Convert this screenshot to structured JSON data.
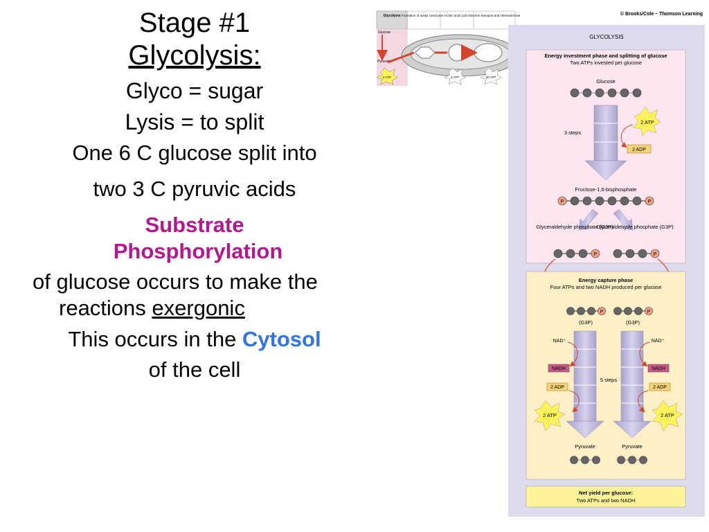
{
  "slide": {
    "title_line1": "Stage #1",
    "title_line2": "Glycolysis:",
    "line_glyco": "Glyco = sugar",
    "line_lysis": "Lysis = to split",
    "line_one": "One 6 C glucose split into",
    "line_two": "two 3 C pyruvic acids",
    "substrate": "Substrate",
    "phosphorylation": "Phosphorylation",
    "of_glucose": "of glucose occurs to make the reactions ",
    "exergonic": "exergonic",
    "occurs_in": "This occurs in the ",
    "cytosol": "Cytosol",
    "of_cell": "of the cell"
  },
  "figure": {
    "credit": "© Brooks/Cole – Thomson Learning",
    "panel_title": "GLYCOLYSIS",
    "tabs": [
      "Glycolysis",
      "Formation of acetyl coenzyme A",
      "Citric acid cycle",
      "Electron transport and chemiosmosis"
    ],
    "mini": {
      "glucose": "Glucose",
      "pyruvate": "Pyruvate",
      "atp_a": "2 ATP",
      "atp_b": "2 ATP",
      "atp_c": "32 ATP"
    },
    "investment": {
      "title": "Energy investment phase and splitting of glucose",
      "subtitle": "Two ATPs invested per glucose",
      "glucose": "Glucose",
      "steps": "3 steps",
      "atp": "2 ATP",
      "adp": "2 ADP",
      "fbp": "Fructose-1,6-bisphosphate",
      "g3p_left": "Glyceraldehyde phosphate (G3P)",
      "g3p_right": "Glyceraldehyde phosphate (G3P)",
      "p": "P"
    },
    "capture": {
      "title": "Energy capture phase",
      "subtitle": "Four ATPs and two NADH produced per glucose",
      "g3p": "(G3P)",
      "nad": "NAD⁺",
      "nadh": "NADH",
      "adp": "2 ADP",
      "atp": "2 ATP",
      "steps": "5 steps",
      "pyruvate": "Pyruvate"
    },
    "net": {
      "title": "Net yield per glucose:",
      "subtitle": "Two ATPs and two NADH"
    }
  },
  "colors": {
    "magenta": "#b5178f",
    "blue": "#2f73e8",
    "investment_bg": "#fde6ef",
    "capture_bg": "#fdf0c6",
    "panel_bg": "#dcdcec"
  }
}
